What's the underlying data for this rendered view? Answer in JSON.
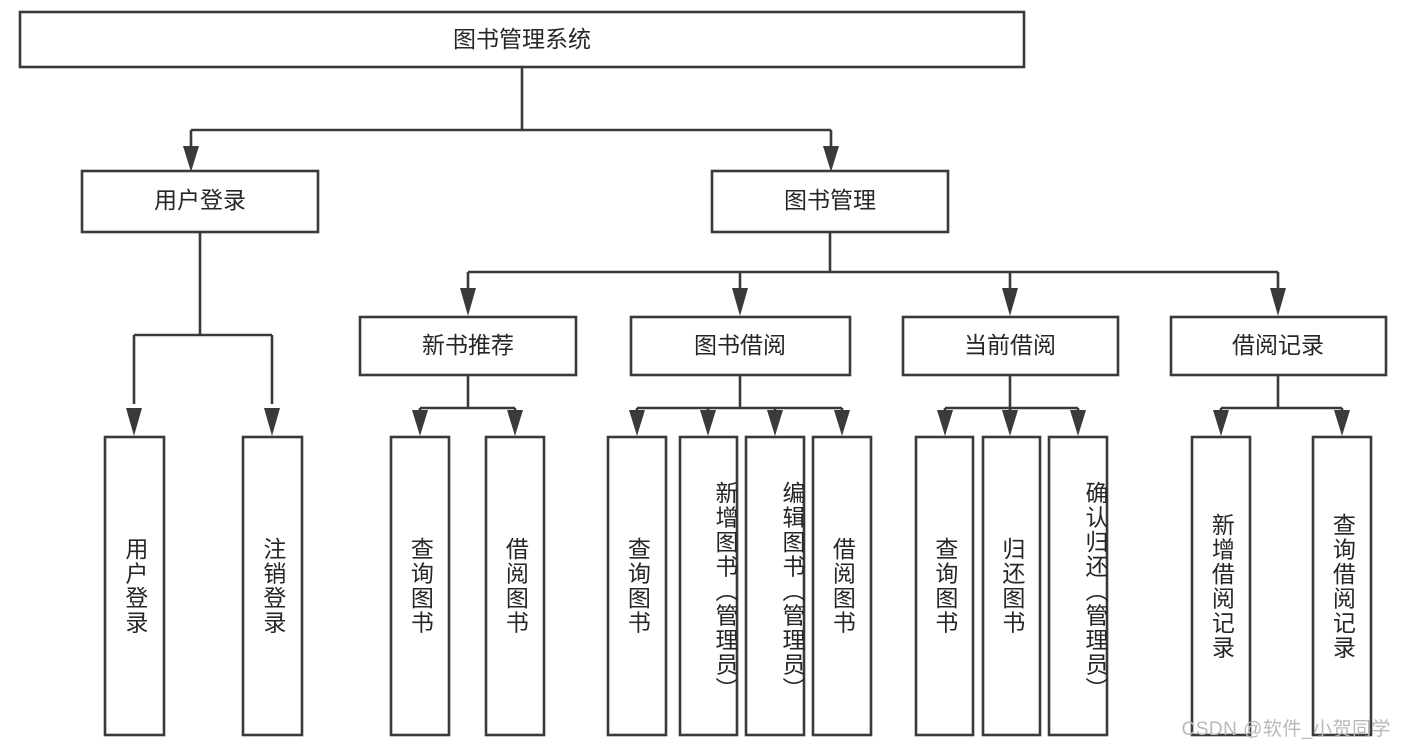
{
  "diagram": {
    "type": "tree-hierarchy",
    "title": "图书管理系统",
    "orientation": "top-down",
    "watermark": "CSDN @软件_小贺同学",
    "colors": {
      "box_stroke": "#3a3a3a",
      "box_fill": "#ffffff",
      "text": "#262626",
      "connector": "#3a3a3a",
      "watermark": "#b9b9b9",
      "background": "#ffffff"
    },
    "root": {
      "label": "图书管理系统"
    },
    "level1": [
      {
        "label": "用户登录"
      },
      {
        "label": "图书管理"
      }
    ],
    "level2": [
      {
        "label": "新书推荐"
      },
      {
        "label": "图书借阅"
      },
      {
        "label": "当前借阅"
      },
      {
        "label": "借阅记录"
      }
    ],
    "leaves": {
      "user_login": [
        {
          "label": "用户登录"
        },
        {
          "label": "注销登录"
        }
      ],
      "new_book_recommend": [
        {
          "label": "查询图书"
        },
        {
          "label": "借阅图书"
        }
      ],
      "book_borrow": [
        {
          "label": "查询图书"
        },
        {
          "label": "新增图书（管理员）"
        },
        {
          "label": "编辑图书（管理员）"
        },
        {
          "label": "借阅图书"
        }
      ],
      "current_borrow": [
        {
          "label": "查询图书"
        },
        {
          "label": "归还图书"
        },
        {
          "label": "确认归还（管理员）"
        }
      ],
      "borrow_record": [
        {
          "label": "新增借阅记录"
        },
        {
          "label": "查询借阅记录"
        }
      ]
    }
  }
}
